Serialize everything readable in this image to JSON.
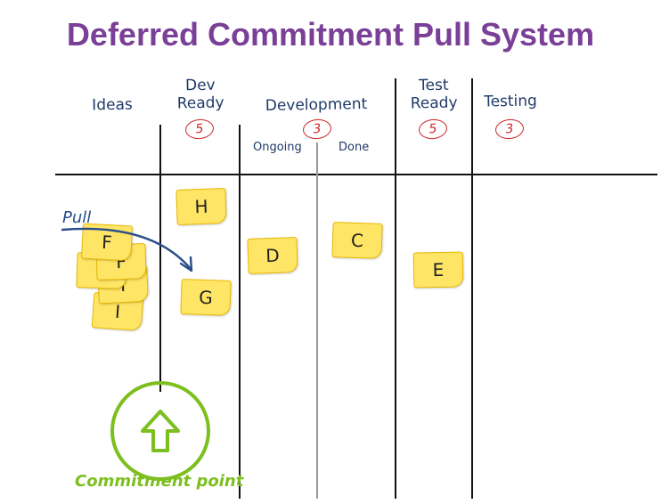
{
  "title": "Deferred Commitment Pull System",
  "columns": [
    {
      "id": "ideas",
      "label": "Ideas"
    },
    {
      "id": "dev-ready",
      "label_lines": [
        "Dev",
        "Ready"
      ],
      "wip": "5"
    },
    {
      "id": "development",
      "label": "Development",
      "wip": "3",
      "sub_columns": [
        "Ongoing",
        "Done"
      ]
    },
    {
      "id": "test-ready",
      "label_lines": [
        "Test",
        "Ready"
      ],
      "wip": "5"
    },
    {
      "id": "testing",
      "label": "Testing",
      "wip": "3"
    }
  ],
  "cards": {
    "ideas_stack": [
      "F",
      "F",
      "I",
      "I",
      "I"
    ],
    "dev_ready": [
      "H",
      "G"
    ],
    "dev_ongoing": [
      "D"
    ],
    "dev_done": [
      "C"
    ],
    "test_ready": [
      "E"
    ]
  },
  "annotations": {
    "pull": "Pull",
    "commitment_point": "Commitment point"
  },
  "colors": {
    "title": "#7a3f96",
    "headers": "#1f3a68",
    "wip_limit": "#cc2222",
    "sticky_note": "#ffe566",
    "pull_arrow": "#2a4e8a",
    "commitment": "#7cbf1e"
  },
  "icons": {
    "commitment": "up-arrow-in-circle-icon",
    "pull": "curved-arrow-icon"
  }
}
